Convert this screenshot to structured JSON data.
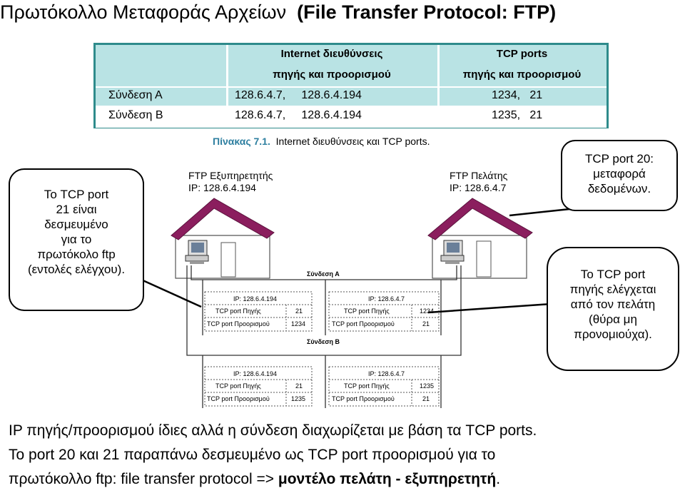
{
  "title": {
    "main": "Πρωτόκολλο Μεταφοράς Αρχείων",
    "paren": "(File Transfer Protocol: FTP)"
  },
  "table": {
    "header_ip_1": "Internet διευθύνσεις",
    "header_ip_2": "πηγής και προορισμού",
    "header_tcp_1": "TCP ports",
    "header_tcp_2": "πηγής και προορισμού",
    "rows": [
      {
        "name": "Σύνδεση Α",
        "ips": "128.6.4.7,     128.6.4.194",
        "ports": "1234,   21"
      },
      {
        "name": "Σύνδεση Β",
        "ips": "128.6.4.7,     128.6.4.194",
        "ports": "1235,   21"
      }
    ],
    "caption_label": "Πίνακας 7.1.",
    "caption_text": "Internet διευθύνσεις και TCP ports."
  },
  "server": {
    "name": "FTP Εξυπηρετητής",
    "ip": "IP: 128.6.4.194"
  },
  "client": {
    "name": "FTP Πελάτης",
    "ip": "IP: 128.6.4.7"
  },
  "conn_a": {
    "label": "Σύνδεση Α",
    "left": {
      "ip": "IP: 128.6.4.194",
      "src_label": "TCP port Πηγής",
      "src": "21",
      "dst_label": "TCP port Προορισμού",
      "dst": "1234"
    },
    "right": {
      "ip": "IP: 128.6.4.7",
      "src_label": "TCP port Πηγής",
      "src": "1234",
      "dst_label": "TCP port Προορισμού",
      "dst": "21"
    }
  },
  "conn_b": {
    "label": "Σύνδεση Β",
    "left": {
      "ip": "IP: 128.6.4.194",
      "src_label": "TCP port Πηγής",
      "src": "21",
      "dst_label": "TCP port Προορισμού",
      "dst": "1235"
    },
    "right": {
      "ip": "IP: 128.6.4.7",
      "src_label": "TCP port Πηγής",
      "src": "1235",
      "dst_label": "TCP port Προορισμού",
      "dst": "21"
    }
  },
  "callouts": {
    "left": [
      "Το TCP port",
      "21 είναι",
      "δεσμευμένο",
      "για το",
      "πρωτόκολο ftp",
      "(εντολές ελέγχου)."
    ],
    "top_right": [
      "TCP port 20:",
      "μεταφορά",
      "δεδομένων."
    ],
    "right": [
      "Το TCP port",
      "πηγής ελέγχεται",
      "από τον πελάτη",
      "(θύρα μη",
      "προνομιούχα)."
    ]
  },
  "bottom": {
    "line1": "IP πηγής/προορισμού ίδιες αλλά η σύνδεση διαχωρίζεται με βάση τα TCP ports.",
    "line2": "Το port 20 και 21 παραπάνω δεσμευμένο ως TCP port προορισμού για το",
    "line3": "πρωτόκολλο ftp: file transfer protocol => ",
    "line3_bold": "μοντέλο πελάτη - εξυπηρετητή",
    "line3_end": "."
  },
  "colors": {
    "roof": "#8b1e5e",
    "table_border": "#2e8b8b",
    "table_fill": "#b9e3e4",
    "caption": "#2e7fa0"
  }
}
